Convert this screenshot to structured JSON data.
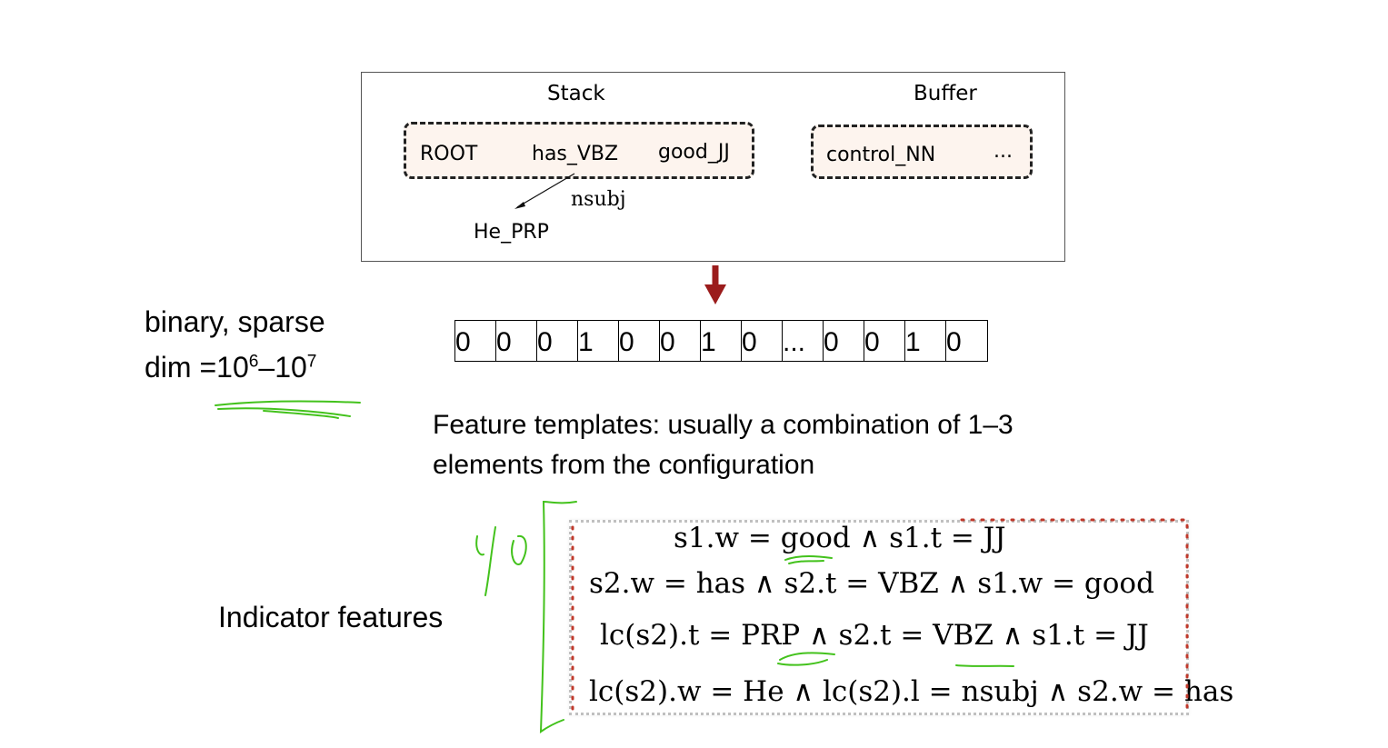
{
  "config": {
    "stack_title": "Stack",
    "buffer_title": "Buffer",
    "stack_tokens": [
      "ROOT",
      "has_VBZ",
      "good_JJ"
    ],
    "buffer_tokens": [
      "control_NN",
      "..."
    ],
    "arc_label": "nsubj",
    "dependent": "He_PRP"
  },
  "vector": {
    "cells": [
      "0",
      "0",
      "0",
      "1",
      "0",
      "0",
      "1",
      "0",
      "...",
      "0",
      "0",
      "1",
      "0"
    ]
  },
  "left_note": {
    "line1": "binary, sparse",
    "dim_prefix": "dim =10",
    "dim_exp1": "6",
    "dim_dash": "–10",
    "dim_exp2": "7"
  },
  "templates_caption": {
    "line1": "Feature templates: usually a combination of 1–3",
    "line2": "elements from the configuration"
  },
  "indicator_label": "Indicator features",
  "formulas": {
    "f1": "s1.w = good ∧ s1.t = JJ",
    "f2": "s2.w = has ∧ s2.t = VBZ ∧ s1.w = good",
    "f3": "lc(s2).t = PRP ∧ s2.t = VBZ ∧ s1.t = JJ",
    "f4": "lc(s2).w = He ∧ lc(s2).l = nsubj ∧ s2.w = has"
  },
  "colors": {
    "arrow": "#9b1c1c",
    "annotation_green": "#43c21c",
    "dotted_red": "#c0392b"
  }
}
